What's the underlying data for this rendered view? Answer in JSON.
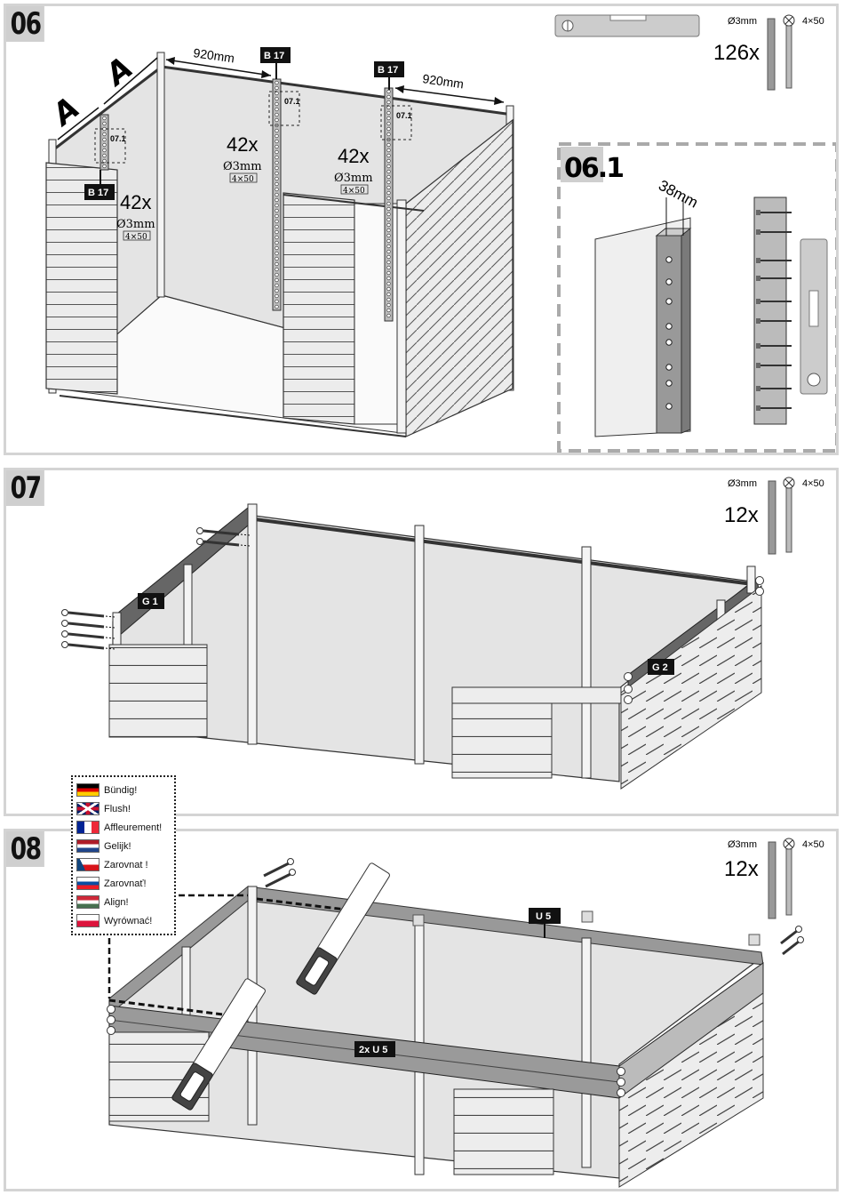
{
  "steps": {
    "s06": {
      "number": "06",
      "hardware": {
        "diameter": "Ø3mm",
        "size": "4×50",
        "count": "126x"
      },
      "dims": {
        "left": "920mm",
        "right": "920mm",
        "a_marker": "A"
      },
      "tags": {
        "b17": "B 17",
        "ref": "07.1"
      },
      "post_counts": {
        "count": "42x",
        "diameter": "Ø3mm",
        "size": "4×50"
      },
      "detail": {
        "number": "06.1",
        "gap": "38mm"
      }
    },
    "s07": {
      "number": "07",
      "hardware": {
        "diameter": "Ø3mm",
        "size": "4×50",
        "count": "12x"
      },
      "tags": {
        "g1": "G 1",
        "g2": "G 2"
      }
    },
    "s08": {
      "number": "08",
      "hardware": {
        "diameter": "Ø3mm",
        "size": "4×50",
        "count": "12x"
      },
      "tags": {
        "u5": "U 5",
        "u5x2": "2x U 5"
      }
    }
  },
  "legend": [
    {
      "flag": "de-flag",
      "text": "Bündig!"
    },
    {
      "flag": "uk-flag",
      "text": "Flush!"
    },
    {
      "flag": "fr-flag",
      "text": "Affleurement!"
    },
    {
      "flag": "nl-flag",
      "text": "Gelijk!"
    },
    {
      "flag": "cz-flag",
      "text": "Zarovnat !"
    },
    {
      "flag": "sk-flag",
      "text": "Zarovnať!"
    },
    {
      "flag": "hu-flag",
      "text": "Align!"
    },
    {
      "flag": "pl-flag",
      "text": "Wyrównać!"
    }
  ],
  "colors": {
    "wall": "#e6e6e6",
    "board": "#ededed",
    "line": "#2b2b2b",
    "tag": "#111111",
    "beam": "#8f8f8f"
  }
}
